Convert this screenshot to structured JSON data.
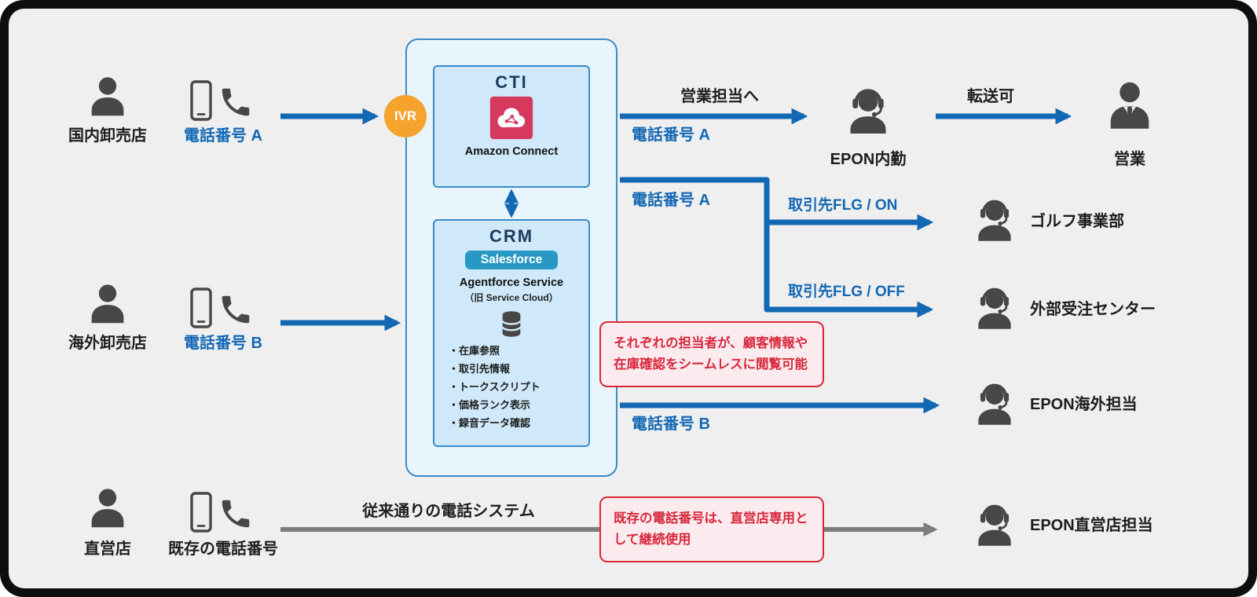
{
  "palette": {
    "background": "#efeff0",
    "accent_blue": "#1268b3",
    "box_border_blue": "#3a8cc7",
    "box_fill_blue": "#cfe9fa",
    "ivr_orange": "#f5a32c",
    "alert_red": "#d7283c",
    "salesforce_teal": "#2899c4",
    "amazon_connect_red": "#d53a5e",
    "icon_gray": "#474747",
    "legacy_gray": "#7d7d7d"
  },
  "callers": [
    {
      "name": "国内卸売店",
      "phone": "電話番号 A"
    },
    {
      "name": "海外卸売店",
      "phone": "電話番号 B"
    },
    {
      "name": "直営店",
      "phone": "既存の電話番号"
    }
  ],
  "ivr": {
    "label": "IVR"
  },
  "cti": {
    "title": "CTI",
    "product": "Amazon Connect"
  },
  "crm": {
    "title": "CRM",
    "badge": "Salesforce",
    "service_name": "Agentforce Service",
    "service_sub": "（旧 Service Cloud）",
    "features": [
      "・在庫参照",
      "・取引先情報",
      "・トークスクリプト",
      "・価格ランク表示",
      "・録音データ確認"
    ]
  },
  "routes": {
    "sales": {
      "title": "営業担当へ",
      "phone": "電話番号 A",
      "agent": "EPON内勤",
      "transfer": "転送可",
      "final": "営業"
    },
    "flag": {
      "phone": "電話番号 A",
      "on_label": "取引先FLG / ON",
      "on_target": "ゴルフ事業部",
      "off_label": "取引先FLG / OFF",
      "off_target": "外部受注センター"
    },
    "overseas": {
      "phone": "電話番号 B",
      "target": "EPON海外担当"
    },
    "legacy": {
      "label": "従来通りの電話システム",
      "target": "EPON直営店担当"
    }
  },
  "callouts": {
    "crm_note": {
      "line1": "それぞれの担当者が、顧客情報や",
      "line2": "在庫確認をシームレスに閲覧可能"
    },
    "legacy_note": {
      "line1": "既存の電話番号は、直営店専用と",
      "line2": "して継続使用"
    }
  }
}
